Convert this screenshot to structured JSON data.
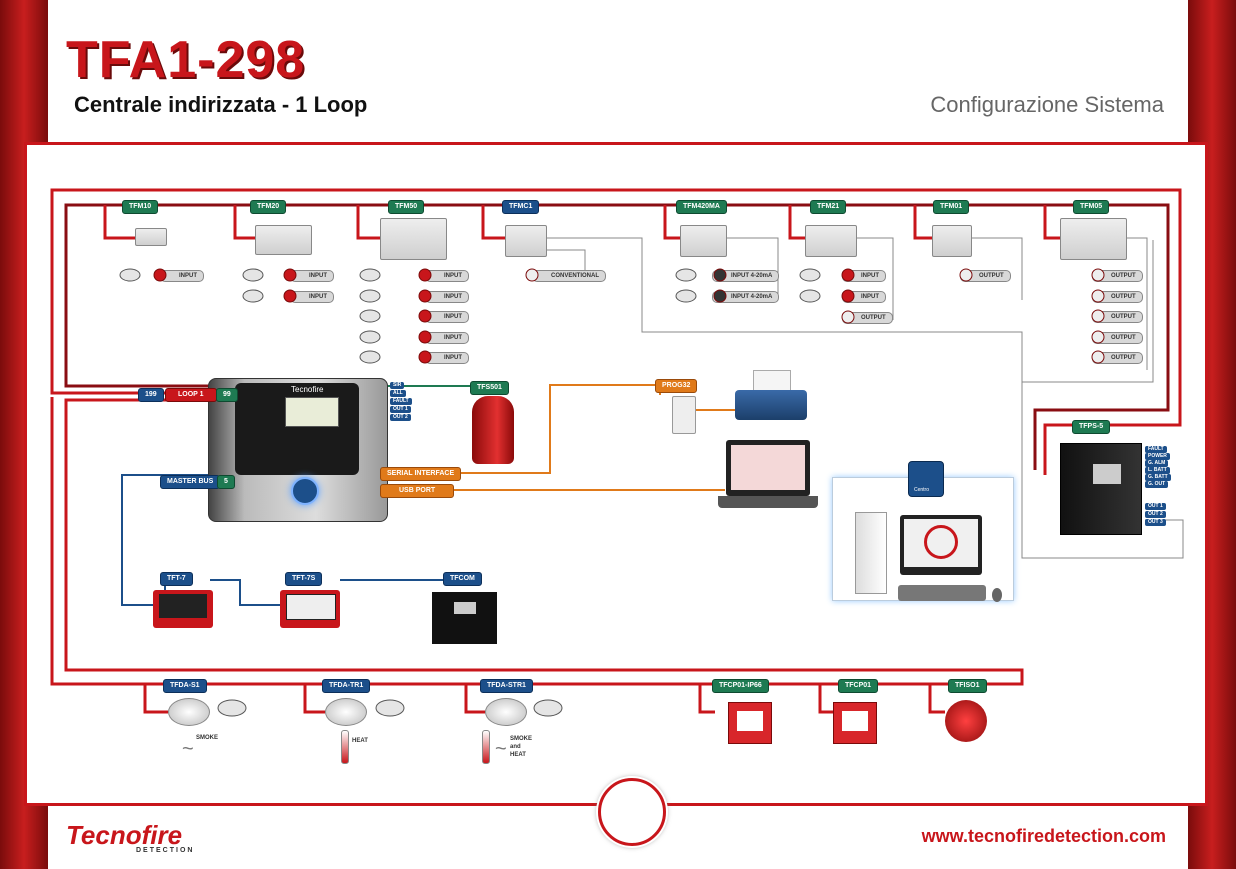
{
  "header": {
    "title": "TFA1-298",
    "subtitle": "Centrale indirizzata - 1 Loop",
    "section": "Configurazione Sistema"
  },
  "footer": {
    "logo": "Tecnofire",
    "logo_sub": "DETECTION",
    "url": "www.tecnofiredetection.com"
  },
  "modules": [
    {
      "name": "TFM10",
      "inputs": [
        "INPUT"
      ]
    },
    {
      "name": "TFM20",
      "inputs": [
        "INPUT",
        "INPUT"
      ]
    },
    {
      "name": "TFM50",
      "inputs": [
        "INPUT",
        "INPUT",
        "INPUT",
        "INPUT",
        "INPUT"
      ]
    },
    {
      "name": "TFMC1",
      "inputs": [
        "CONVENTIONAL"
      ]
    },
    {
      "name": "TFM420MA",
      "inputs": [
        "INPUT 4-20mA",
        "INPUT 4-20mA"
      ]
    },
    {
      "name": "TFM21",
      "inputs": [
        "INPUT",
        "INPUT",
        "OUTPUT"
      ]
    },
    {
      "name": "TFM01",
      "inputs": [
        "OUTPUT"
      ]
    },
    {
      "name": "TFM05",
      "inputs": [
        "OUTPUT",
        "OUTPUT",
        "OUTPUT",
        "OUTPUT",
        "OUTPUT"
      ]
    }
  ],
  "panel": {
    "brand": "Tecnofire",
    "loop_left": "199",
    "loop_label": "LOOP 1",
    "loop_right": "99",
    "master_bus": "MASTER BUS",
    "master_bus_count": "5",
    "outputs": [
      "SIR",
      "ALL",
      "FAULT",
      "OUT 1",
      "OUT 2"
    ],
    "serial": "SERIAL INTERFACE",
    "usb": "USB PORT"
  },
  "tfs": "TFS501",
  "prog": "PROG32",
  "software": "Centro",
  "psu": {
    "name": "TFPS-5",
    "signals": [
      "FAULT",
      "POWER",
      "G. ALM",
      "L. BATT",
      "G. BATT",
      "G. OUT"
    ],
    "outs": [
      "OUT 1",
      "OUT 2",
      "OUT 3"
    ]
  },
  "repeaters": [
    "TFT-7",
    "TFT-7S",
    "TFCOM"
  ],
  "detectors": [
    {
      "name": "TFDA-S1",
      "label": "SMOKE"
    },
    {
      "name": "TFDA-TR1",
      "label": "HEAT"
    },
    {
      "name": "TFDA-STR1",
      "label": "SMOKE and HEAT"
    },
    {
      "name": "TFCP01-IP66",
      "label": ""
    },
    {
      "name": "TFCP01",
      "label": ""
    },
    {
      "name": "TFISO1",
      "label": ""
    }
  ],
  "colors": {
    "accent": "#c8161b",
    "module_tag": "#1e7a52",
    "bus": "#1c4f8a",
    "usb": "#e07a1a"
  }
}
